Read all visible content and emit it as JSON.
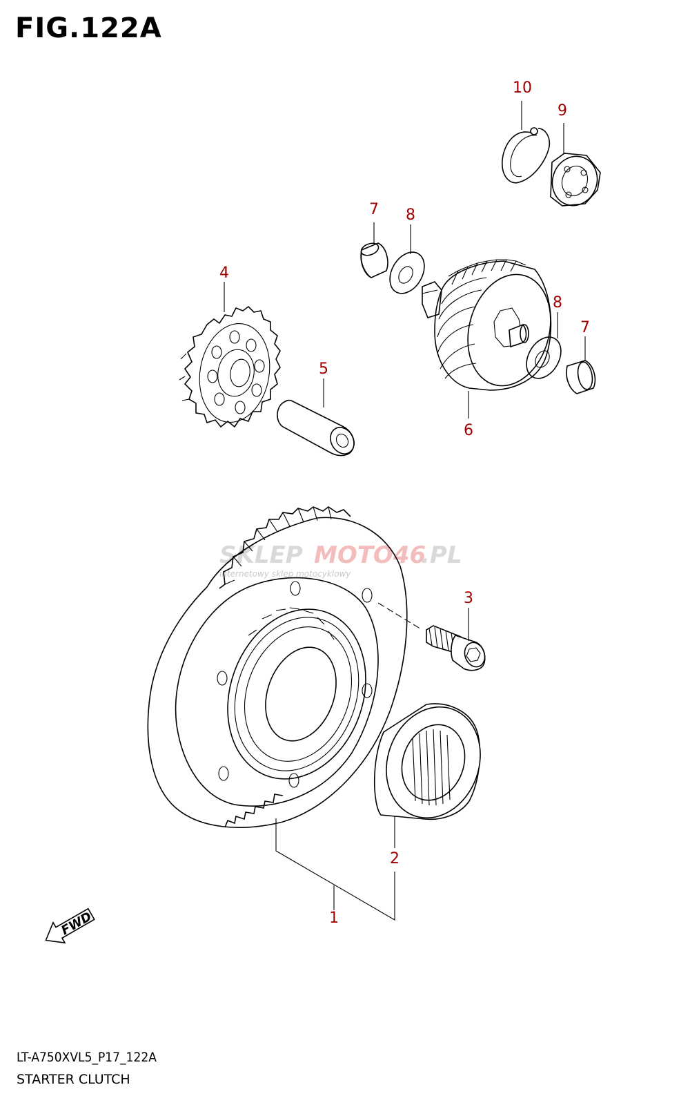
{
  "figure": {
    "title": "FIG.122A",
    "model_code": "LT-A750XVL5_P17_122A",
    "assembly_name": "STARTER CLUTCH"
  },
  "callouts": [
    {
      "id": "c10",
      "label": "10"
    },
    {
      "id": "c9",
      "label": "9"
    },
    {
      "id": "c7a",
      "label": "7"
    },
    {
      "id": "c8a",
      "label": "8"
    },
    {
      "id": "c4",
      "label": "4"
    },
    {
      "id": "c5",
      "label": "5"
    },
    {
      "id": "c8b",
      "label": "8"
    },
    {
      "id": "c7b",
      "label": "7"
    },
    {
      "id": "c6",
      "label": "6"
    },
    {
      "id": "c3",
      "label": "3"
    },
    {
      "id": "c2",
      "label": "2"
    },
    {
      "id": "c1",
      "label": "1"
    }
  ],
  "direction_marker": {
    "label": "FWD",
    "icon": "fwd-arrow-icon"
  },
  "watermark": {
    "brand_part1": "SKLEP",
    "brand_part2": "MOTO46",
    "domain_suffix": ".PL",
    "tagline": "internetowy sklep motocyklowy"
  },
  "colors": {
    "callout": "#a00000",
    "line": "#000000",
    "watermark_gray": "#d9d9d9",
    "watermark_red": "#f3bdbd"
  }
}
